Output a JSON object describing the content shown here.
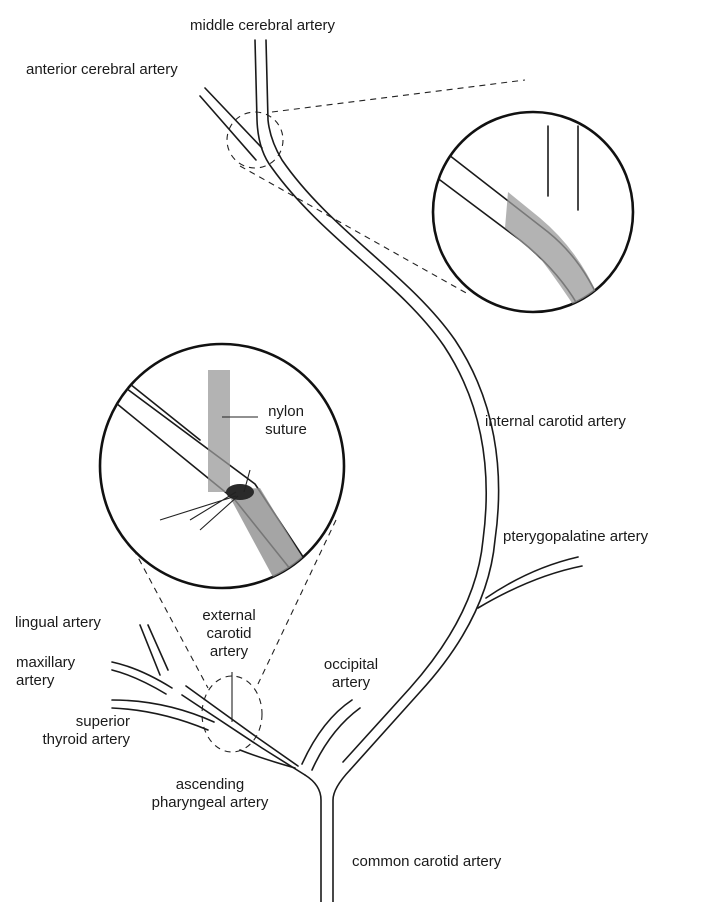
{
  "labels": {
    "middle_cerebral": "middle cerebral artery",
    "anterior_cerebral": "anterior cerebral artery",
    "internal_carotid": "internal carotid artery",
    "pterygopalatine": "pterygopalatine artery",
    "nylon_suture": [
      "nylon",
      "suture"
    ],
    "lingual": "lingual artery",
    "maxillary": [
      "maxillary",
      "artery"
    ],
    "external_carotid": [
      "external",
      "carotid",
      "artery"
    ],
    "occipital": [
      "occipital",
      "artery"
    ],
    "superior_thyroid": [
      "superior",
      "thyroid artery"
    ],
    "ascending_pharyngeal": [
      "ascending",
      "pharyngeal artery"
    ],
    "common_carotid": "common carotid artery"
  },
  "colors": {
    "line": "#1a1a1a",
    "suture": "#9a9a9a"
  }
}
